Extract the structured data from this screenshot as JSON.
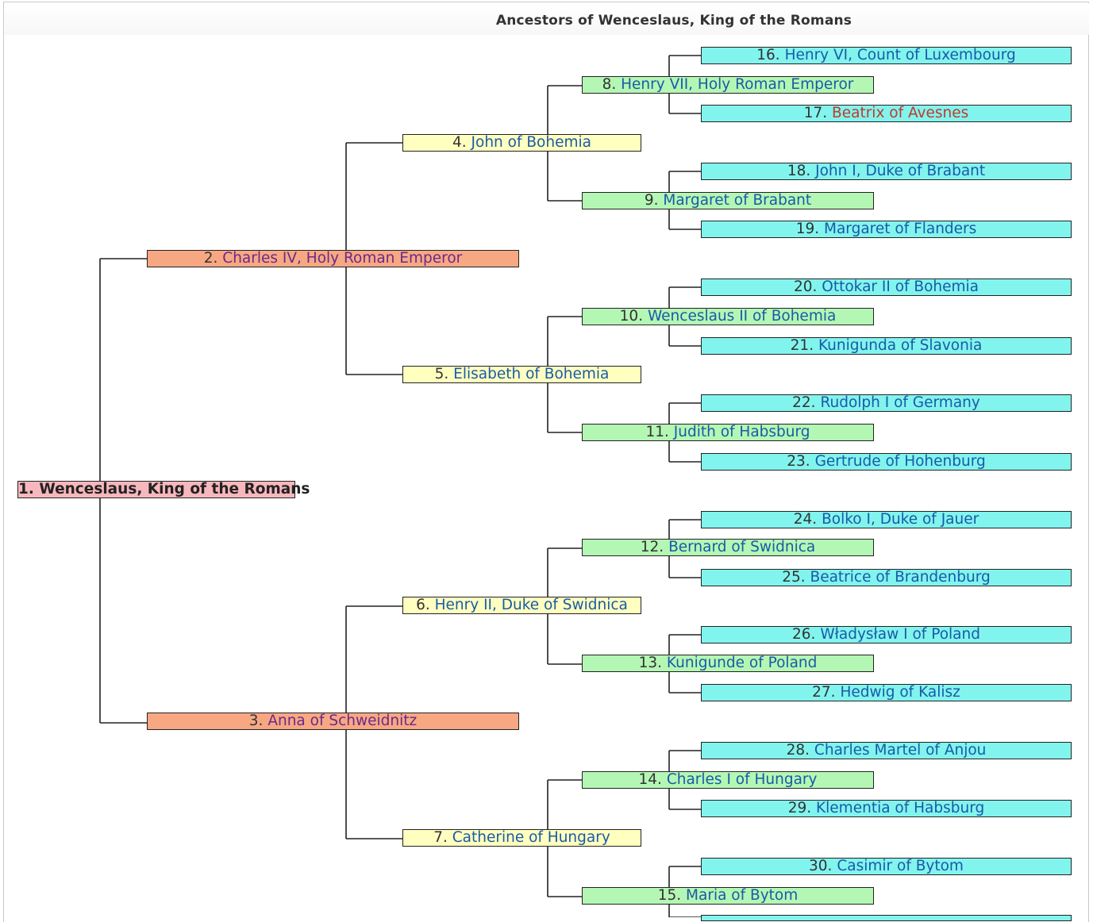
{
  "title": "Ancestors of Wenceslaus, King of the Romans",
  "colors": {
    "gen1": "#f8b7bd",
    "gen2": "#f7a883",
    "gen3": "#ffffc0",
    "gen4": "#b4f7b4",
    "gen5": "#82f4ee",
    "link": "#1a5aa8",
    "visited": "#6a2a8a",
    "missing": "#c0392b"
  },
  "people": {
    "p1": {
      "num": "1.",
      "name": "Wenceslaus, King of the Romans"
    },
    "p2": {
      "num": "2.",
      "name": "Charles IV, Holy Roman Emperor"
    },
    "p3": {
      "num": "3.",
      "name": "Anna of Schweidnitz"
    },
    "p4": {
      "num": "4.",
      "name": "John of Bohemia"
    },
    "p5": {
      "num": "5.",
      "name": "Elisabeth of Bohemia"
    },
    "p6": {
      "num": "6.",
      "name": "Henry II, Duke of Swidnica"
    },
    "p7": {
      "num": "7.",
      "name": "Catherine of Hungary"
    },
    "p8": {
      "num": "8.",
      "name": "Henry VII, Holy Roman Emperor"
    },
    "p9": {
      "num": "9.",
      "name": "Margaret of Brabant"
    },
    "p10": {
      "num": "10.",
      "name": "Wenceslaus II of Bohemia"
    },
    "p11": {
      "num": "11.",
      "name": "Judith of Habsburg"
    },
    "p12": {
      "num": "12.",
      "name": "Bernard of Swidnica"
    },
    "p13": {
      "num": "13.",
      "name": "Kunigunde of Poland"
    },
    "p14": {
      "num": "14.",
      "name": "Charles I of Hungary"
    },
    "p15": {
      "num": "15.",
      "name": "Maria of Bytom"
    },
    "p16": {
      "num": "16.",
      "name": "Henry VI, Count of Luxembourg"
    },
    "p17": {
      "num": "17.",
      "name": "Beatrix of Avesnes"
    },
    "p18": {
      "num": "18.",
      "name": "John I, Duke of Brabant"
    },
    "p19": {
      "num": "19.",
      "name": "Margaret of Flanders"
    },
    "p20": {
      "num": "20.",
      "name": "Ottokar II of Bohemia"
    },
    "p21": {
      "num": "21.",
      "name": "Kunigunda of Slavonia"
    },
    "p22": {
      "num": "22.",
      "name": "Rudolph I of Germany"
    },
    "p23": {
      "num": "23.",
      "name": "Gertrude of Hohenburg"
    },
    "p24": {
      "num": "24.",
      "name": "Bolko I, Duke of Jauer"
    },
    "p25": {
      "num": "25.",
      "name": "Beatrice of Brandenburg"
    },
    "p26": {
      "num": "26.",
      "name": "Władysław I of Poland"
    },
    "p27": {
      "num": "27.",
      "name": "Hedwig of Kalisz"
    },
    "p28": {
      "num": "28.",
      "name": "Charles Martel of Anjou"
    },
    "p29": {
      "num": "29.",
      "name": "Klementia of Habsburg"
    },
    "p30": {
      "num": "30.",
      "name": "Casimir of Bytom"
    }
  }
}
